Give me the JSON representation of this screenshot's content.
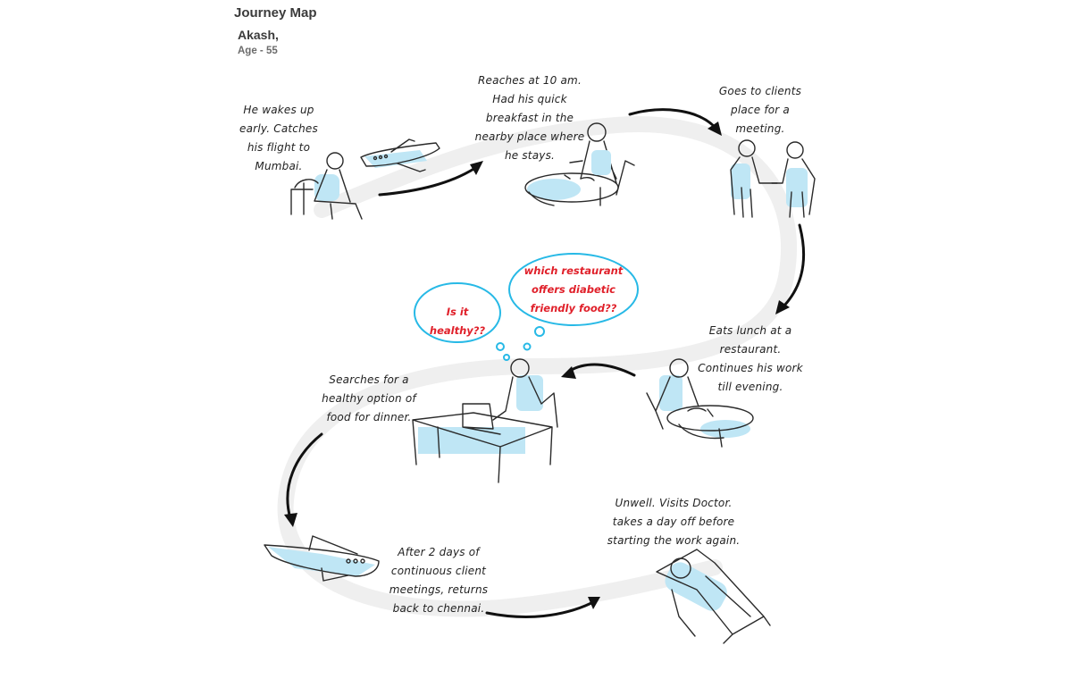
{
  "header": {
    "title": "Journey Map",
    "persona_name": "Akash,",
    "persona_age": "Age - 55"
  },
  "steps": [
    {
      "caption": "He wakes up\nearly. Catches\nhis flight to\nMumbai."
    },
    {
      "caption": "Reaches at 10 am.\nHad his quick\nbreakfast in the\nnearby place where\nhe stays."
    },
    {
      "caption": "Goes to clients\nplace for a\nmeeting."
    },
    {
      "caption": "Eats lunch at a\nrestaurant.\nContinues his work\ntill evening."
    },
    {
      "caption": "Searches for a\nhealthy option of\nfood for dinner."
    },
    {
      "caption": "After 2 days of\ncontinuous client\nmeetings, returns\nback to chennai."
    },
    {
      "caption": "Unwell. Visits Doctor.\ntakes a day off before\nstarting the work again."
    }
  ],
  "thoughts": [
    {
      "text": "Is it\nhealthy??"
    },
    {
      "text": "which restaurant\noffers diabetic\nfriendly food??"
    }
  ],
  "colors": {
    "accent_blue": "#27b9e6",
    "fill_blue": "#bfe6f5",
    "thought_red": "#e0202a",
    "path_gray": "#efefef"
  },
  "icons": [
    "airplane-icon",
    "person-seated-icon",
    "handshake-icon",
    "laptop-icon",
    "recliner-icon",
    "thought-bubble-icon"
  ]
}
